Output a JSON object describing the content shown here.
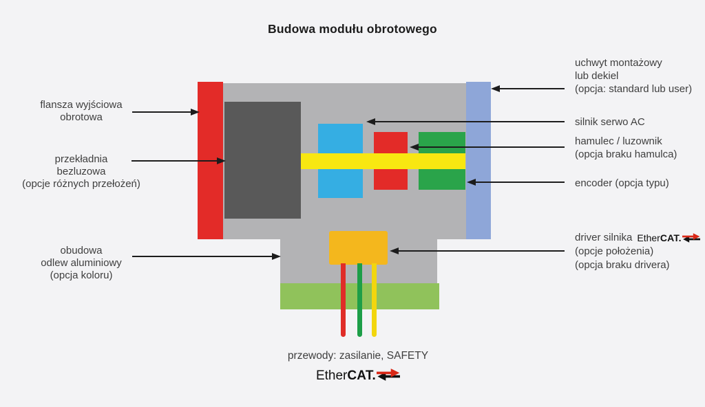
{
  "title": "Budowa modułu obrotowego",
  "labels": {
    "left": [
      {
        "name": "flansza",
        "lines": [
          "flansza wyjściowa",
          "obrotowa"
        ]
      },
      {
        "name": "przekladnia",
        "lines": [
          "przekładnia",
          "bezluzowa",
          "(opcje różnych przełożeń)"
        ]
      },
      {
        "name": "obudowa",
        "lines": [
          "obudowa",
          "odlew aluminiowy",
          "(opcja koloru)"
        ]
      }
    ],
    "right": [
      {
        "name": "uchwyt",
        "lines": [
          "uchwyt montażowy",
          "lub dekiel",
          "(opcja: standard lub user)"
        ]
      },
      {
        "name": "silnik",
        "lines": [
          "silnik serwo AC"
        ]
      },
      {
        "name": "hamulec",
        "lines": [
          "hamulec / luzownik",
          "(opcja braku hamulca)"
        ]
      },
      {
        "name": "encoder",
        "lines": [
          "encoder (opcja typu)"
        ]
      },
      {
        "name": "driver",
        "line1": "driver silnika",
        "lines": [
          "(opcje położenia)",
          "(opcja braku drivera)"
        ]
      }
    ],
    "bottom_caption": "przewody: zasilanie, SAFETY"
  },
  "ethercat_logo": {
    "normal": "Ether",
    "bold": "CAT."
  },
  "diagram_parts": [
    "flansza-wyjsciowa",
    "korpus-obudowa",
    "przekladnia-bezluzowa",
    "silnik-serwo",
    "hamulec-luzownik",
    "encoder",
    "wal-napedowy",
    "uchwyt-montazowy-dekiel",
    "driver-silnika",
    "podstawa",
    "przewod-zasilanie",
    "przewod-safety",
    "przewod-sygnal"
  ],
  "colors": {
    "background": "#f3f3f5",
    "title": "#1c1c1c",
    "text": "#3e3e3e",
    "arrow": "#1c1c1c",
    "flange_red": "#e32b28",
    "body_gray": "#b3b3b5",
    "gearbox_dark": "#595959",
    "motor_cyan": "#35aee3",
    "brake_red": "#e32b28",
    "encoder_green": "#2aa44a",
    "shaft_yellow": "#f8e711",
    "cap_blue": "#8ea6d8",
    "driver_orange": "#f4b71d",
    "base_green": "#90c25b",
    "wire_red": "#e02d28",
    "wire_green": "#1d9e48",
    "wire_yellow": "#f2d60e",
    "logo_red": "#d92817",
    "logo_black": "#111111"
  }
}
